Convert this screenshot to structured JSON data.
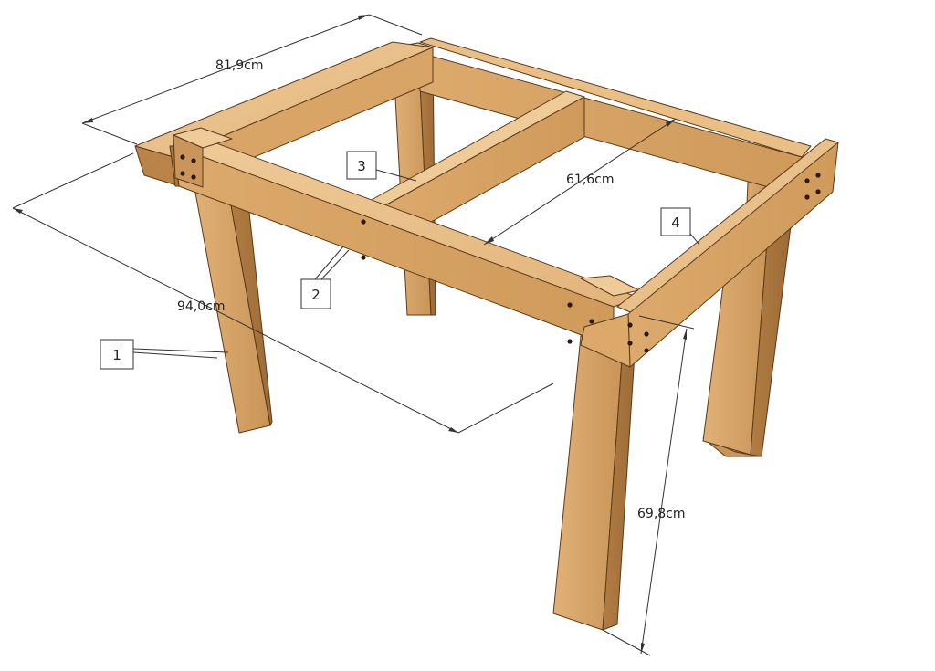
{
  "dimensions": {
    "width": "81,9cm",
    "length": "94,0cm",
    "inner_width": "61,6cm",
    "height": "69,8cm"
  },
  "callouts": {
    "one": "1",
    "two": "2",
    "three": "3",
    "four": "4"
  },
  "colors": {
    "wood_light": "#e8c089",
    "wood_mid": "#d6a466",
    "wood_dark": "#b9834a",
    "wood_shadow": "#a06f3c",
    "line": "#333333"
  }
}
